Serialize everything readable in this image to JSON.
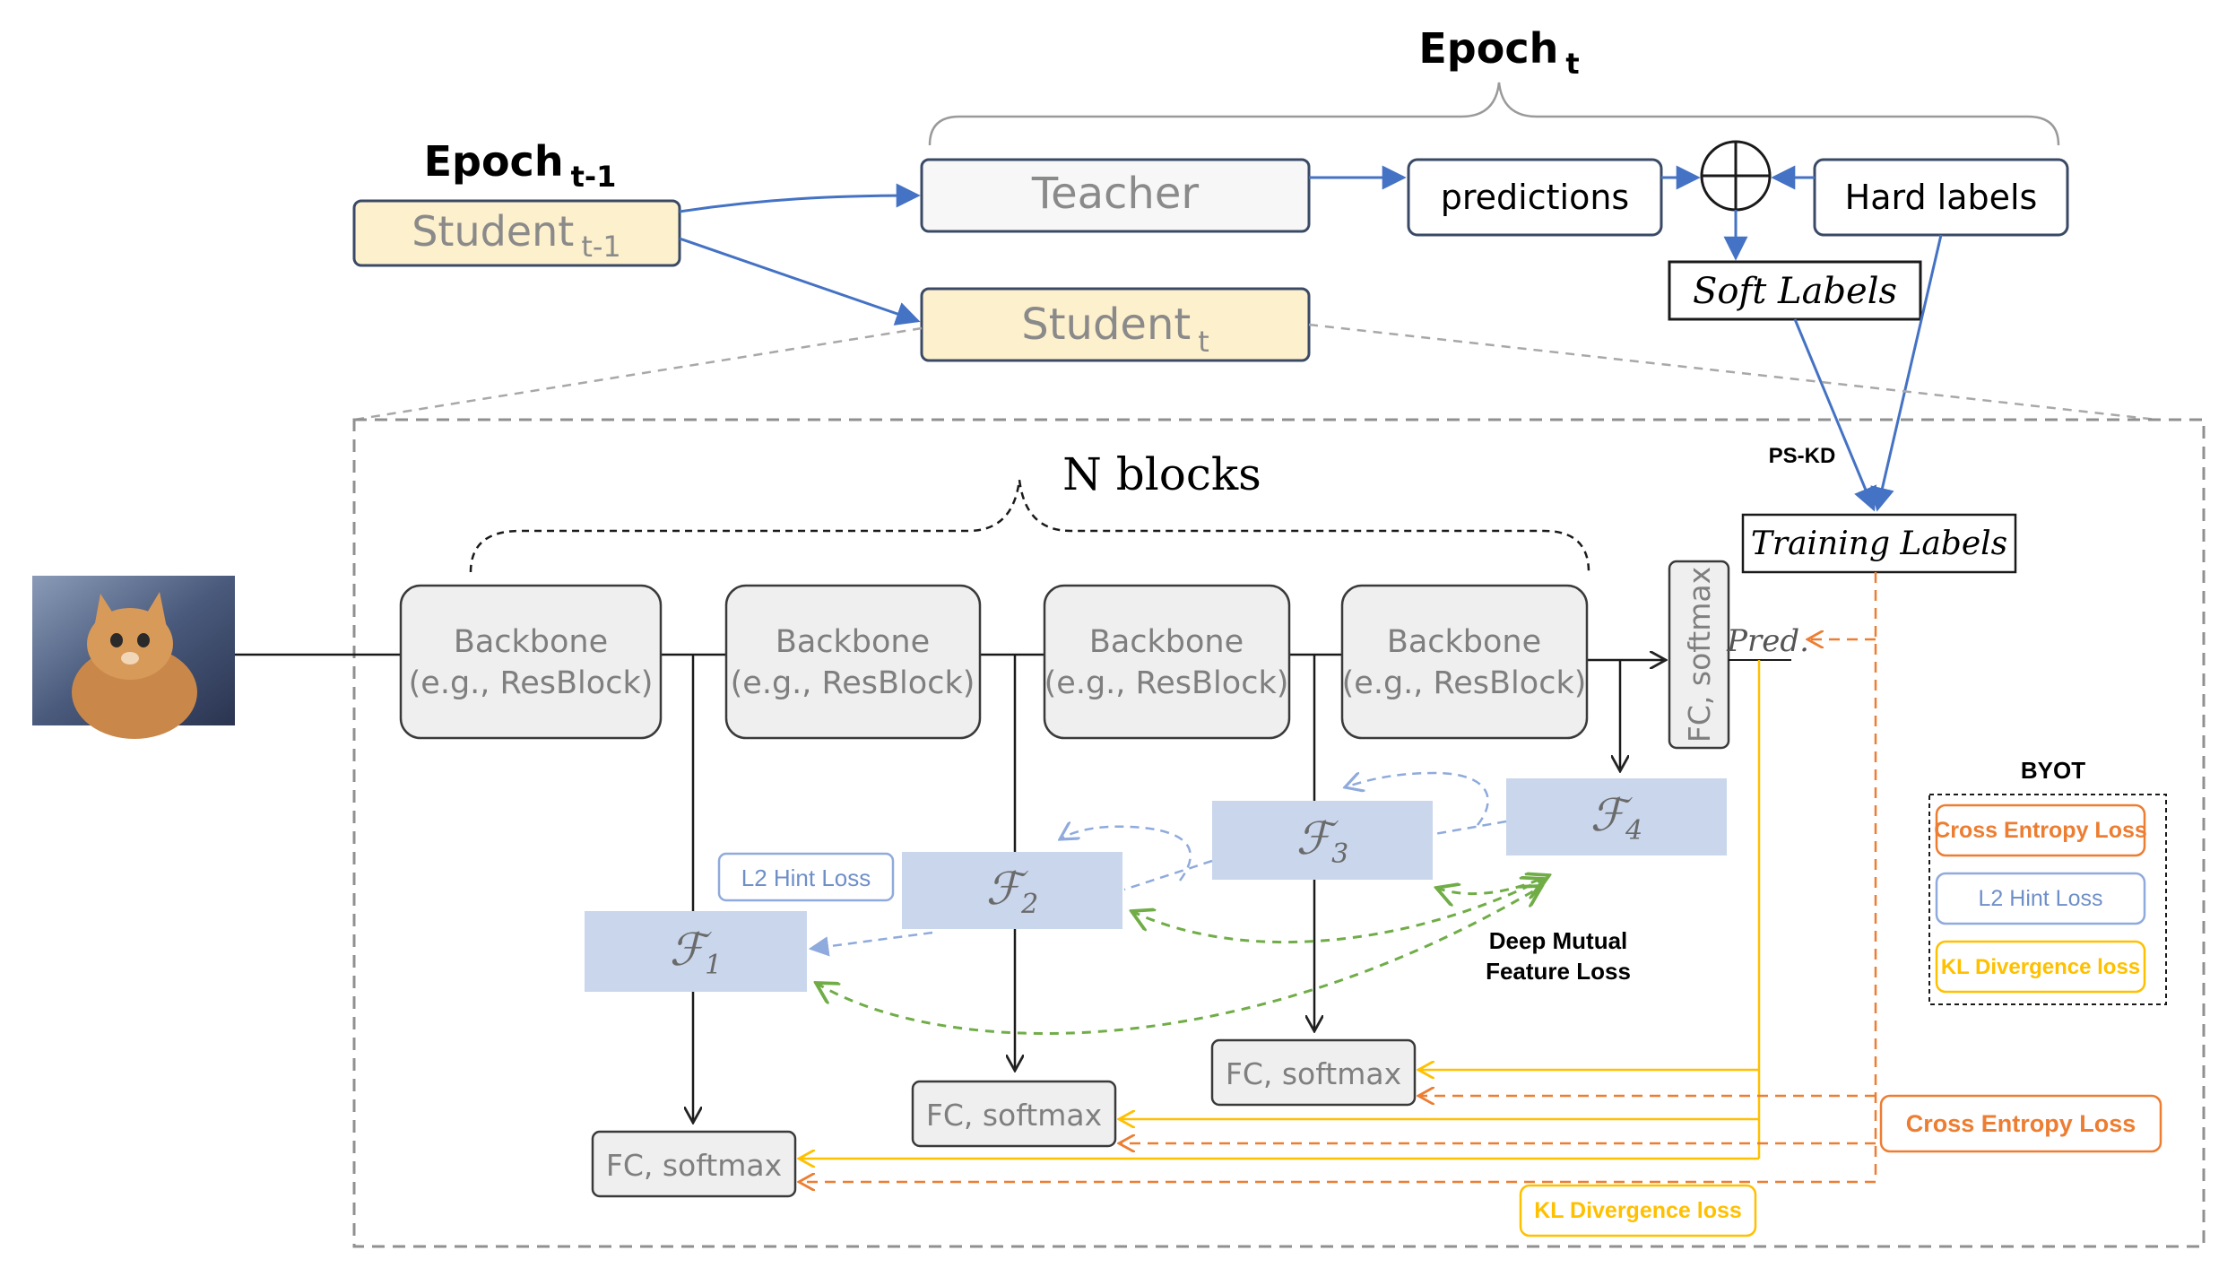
{
  "epoch_t": {
    "main": "Epoch",
    "sub": "t"
  },
  "epoch_t1": {
    "main": "Epoch",
    "sub": "t-1"
  },
  "student_t1": {
    "main": "Student",
    "sub": "t-1"
  },
  "student_t": {
    "main": "Student",
    "sub": "t"
  },
  "teacher": "Teacher",
  "predictions": "predictions",
  "hard_labels": "Hard labels",
  "soft_labels": "Soft Labels",
  "training_labels": "Training Labels",
  "ps_kd": "PS-KD",
  "n_blocks": "N blocks",
  "backbone": {
    "line1": "Backbone",
    "line2": "(e.g., ResBlock)"
  },
  "fc_softmax": "FC, softmax",
  "pred": "Pred.",
  "features": [
    {
      "sym": "ℱ",
      "sub": "1"
    },
    {
      "sym": "ℱ",
      "sub": "2"
    },
    {
      "sym": "ℱ",
      "sub": "3"
    },
    {
      "sym": "ℱ",
      "sub": "4"
    }
  ],
  "l2_hint_loss": "L2 Hint Loss",
  "deep_mutual": {
    "line1": "Deep Mutual",
    "line2": "Feature Loss"
  },
  "cross_entropy_loss": "Cross Entropy Loss",
  "kl_divergence_loss": "KL Divergence loss",
  "legend": {
    "title": "BYOT",
    "items": [
      "Cross Entropy Loss",
      "L2 Hint Loss",
      "KL Divergence loss"
    ]
  },
  "colors": {
    "blue_arrow": "#4472C4",
    "student_fill": "#FDF0CC",
    "feature_fill": "#C9D6EB",
    "block_fill": "#EFEFEF",
    "orange": "#ED7D31",
    "yellow": "#FFC000",
    "green": "#70AD47",
    "light_blue": "#8FAADC"
  }
}
